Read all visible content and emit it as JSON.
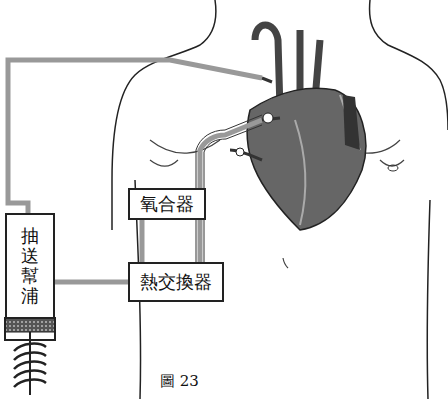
{
  "diagram": {
    "caption": "圖 23",
    "nodes": [
      {
        "text": [
          "抽送幫浦"
        ]
      },
      {
        "text": [
          "氧合器"
        ]
      },
      {
        "text": [
          "熱交換器"
        ]
      }
    ],
    "edges": [
      {
        "from": 0,
        "to": 2,
        "arrow": "none"
      },
      {
        "from": 1,
        "to": 2,
        "arrow": "none"
      }
    ]
  }
}
